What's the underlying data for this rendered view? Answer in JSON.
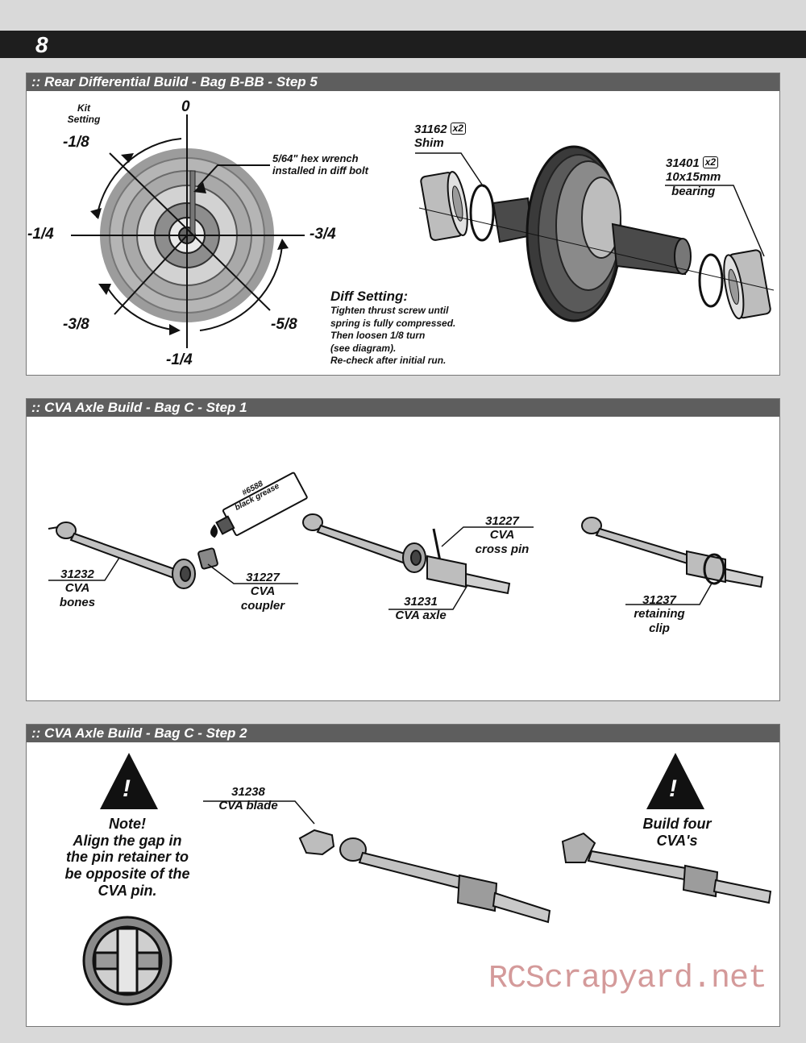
{
  "page": {
    "number": "8"
  },
  "step1": {
    "title": ":: Rear Differential Build - Bag B-BB - Step 5",
    "dial": {
      "kit_setting": "Kit\nSetting",
      "zero": "0",
      "m18": "-1/8",
      "m14_left": "-1/4",
      "m34": "-3/4",
      "m38": "-3/8",
      "m58": "-5/8",
      "m14_bottom": "-1/4",
      "hex_note": "5/64\" hex wrench\ninstalled in diff bolt"
    },
    "parts": {
      "shim_num": "31162",
      "shim_qty": "x2",
      "shim_name": "Shim",
      "bearing_num": "31401",
      "bearing_qty": "x2",
      "bearing_name": "10x15mm\nbearing"
    },
    "diff_setting_title": "Diff Setting:",
    "diff_setting_text": "Tighten thrust screw until\nspring is fully compressed.\nThen loosen 1/8 turn\n(see diagram).\nRe-check after initial run."
  },
  "step2": {
    "title": ":: CVA Axle Build - Bag C - Step 1",
    "grease_label": "#6588\nblack grease",
    "bones": "31232\nCVA\nbones",
    "coupler": "31227\nCVA\ncoupler",
    "crosspin": "31227\nCVA\ncross pin",
    "axle": "31231\nCVA axle",
    "clip": "31237\nretaining\nclip"
  },
  "step3": {
    "title": ":: CVA Axle Build - Bag C - Step 2",
    "blade": "31238\nCVA blade",
    "note": "Note!\nAlign the gap in\nthe pin retainer to\nbe opposite of the\nCVA pin.",
    "build_four": "Build four\nCVA's",
    "warn": "!"
  },
  "watermark": "RCScrapyard.net"
}
